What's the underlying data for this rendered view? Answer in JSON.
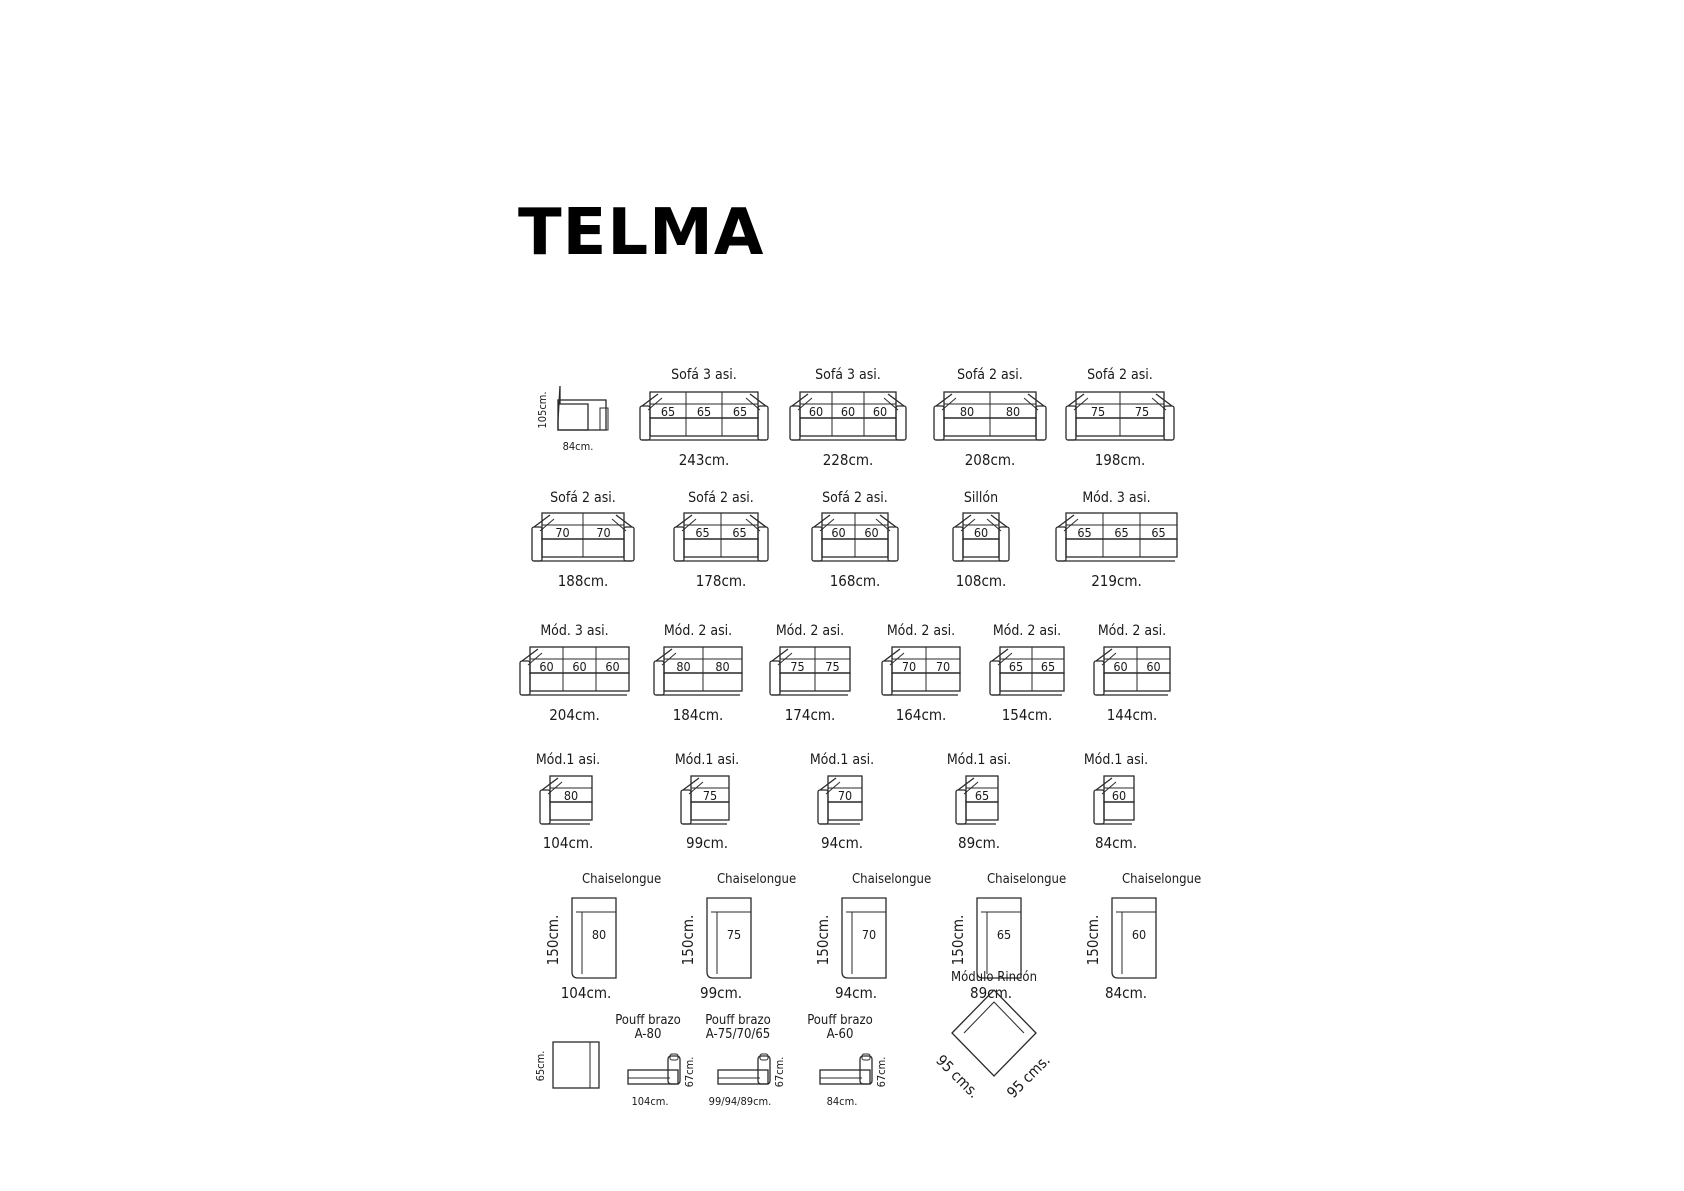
{
  "title": "TELMA",
  "profile": {
    "height": "105cm.",
    "depth": "84cm."
  },
  "row1": [
    {
      "label": "Sofá 3 asi.",
      "seats": [
        "65",
        "65",
        "65"
      ],
      "width": "243cm."
    },
    {
      "label": "Sofá 3 asi.",
      "seats": [
        "60",
        "60",
        "60"
      ],
      "width": "228cm."
    },
    {
      "label": "Sofá 2 asi.",
      "seats": [
        "80",
        "80"
      ],
      "width": "208cm."
    },
    {
      "label": "Sofá 2 asi.",
      "seats": [
        "75",
        "75"
      ],
      "width": "198cm."
    }
  ],
  "row2": [
    {
      "label": "Sofá 2 asi.",
      "seats": [
        "70",
        "70"
      ],
      "width": "188cm."
    },
    {
      "label": "Sofá 2 asi.",
      "seats": [
        "65",
        "65"
      ],
      "width": "178cm."
    },
    {
      "label": "Sofá 2 asi.",
      "seats": [
        "60",
        "60"
      ],
      "width": "168cm."
    },
    {
      "label": "Sillón",
      "seats": [
        "60"
      ],
      "width": "108cm."
    },
    {
      "label": "Mód. 3 asi.",
      "seats": [
        "65",
        "65",
        "65"
      ],
      "width": "219cm."
    }
  ],
  "row3": [
    {
      "label": "Mód. 3 asi.",
      "seats": [
        "60",
        "60",
        "60"
      ],
      "width": "204cm."
    },
    {
      "label": "Mód. 2 asi.",
      "seats": [
        "80",
        "80"
      ],
      "width": "184cm."
    },
    {
      "label": "Mód. 2 asi.",
      "seats": [
        "75",
        "75"
      ],
      "width": "174cm."
    },
    {
      "label": "Mód. 2 asi.",
      "seats": [
        "70",
        "70"
      ],
      "width": "164cm."
    },
    {
      "label": "Mód. 2 asi.",
      "seats": [
        "65",
        "65"
      ],
      "width": "154cm."
    },
    {
      "label": "Mód. 2 asi.",
      "seats": [
        "60",
        "60"
      ],
      "width": "144cm."
    }
  ],
  "row4": [
    {
      "label": "Mód.1 asi.",
      "seats": [
        "80"
      ],
      "width": "104cm."
    },
    {
      "label": "Mód.1 asi.",
      "seats": [
        "75"
      ],
      "width": "99cm."
    },
    {
      "label": "Mód.1 asi.",
      "seats": [
        "70"
      ],
      "width": "94cm."
    },
    {
      "label": "Mód.1 asi.",
      "seats": [
        "65"
      ],
      "width": "89cm."
    },
    {
      "label": "Mód.1 asi.",
      "seats": [
        "60"
      ],
      "width": "84cm."
    }
  ],
  "row5": [
    {
      "label": "Chaiselongue",
      "seat": "80",
      "length": "150cm.",
      "width": "104cm."
    },
    {
      "label": "Chaiselongue",
      "seat": "75",
      "length": "150cm.",
      "width": "99cm."
    },
    {
      "label": "Chaiselongue",
      "seat": "70",
      "length": "150cm.",
      "width": "94cm."
    },
    {
      "label": "Chaiselongue",
      "seat": "65",
      "length": "150cm.",
      "width": "89cm."
    },
    {
      "label": "Chaiselongue",
      "seat": "60",
      "length": "150cm.",
      "width": "84cm."
    }
  ],
  "pouf": {
    "side": "65cm."
  },
  "armPoufs": [
    {
      "label1": "Pouff brazo",
      "label2": "A-80",
      "width": "104cm.",
      "height": "67cm."
    },
    {
      "label1": "Pouff brazo",
      "label2": "A-75/70/65",
      "width": "99/94/89cm.",
      "height": "67cm."
    },
    {
      "label1": "Pouff brazo",
      "label2": "A-60",
      "width": "84cm.",
      "height": "67cm."
    }
  ],
  "corner": {
    "label": "Módulo Rincón",
    "side1": "95 cms.",
    "side2": "95 cms."
  }
}
